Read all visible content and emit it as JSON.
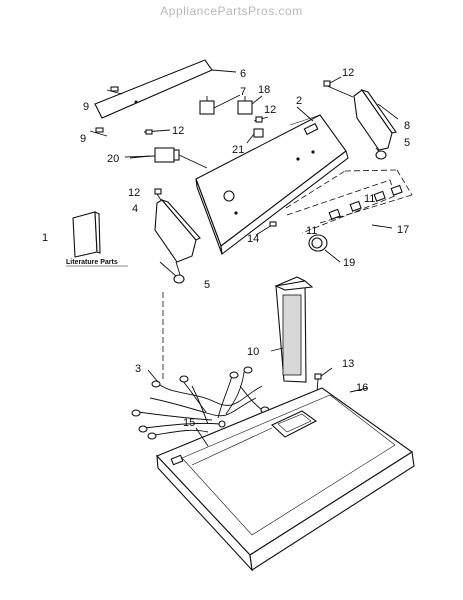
{
  "header": {
    "watermark": "AppliancePartsPros.com"
  },
  "literature_label": "Literature Parts",
  "callouts": {
    "c1": "1",
    "c2": "2",
    "c3": "3",
    "c4": "4",
    "c5a": "5",
    "c5b": "5",
    "c6": "6",
    "c7": "7",
    "c8": "8",
    "c9a": "9",
    "c9b": "9",
    "c10": "10",
    "c11a": "11",
    "c11b": "11",
    "c12a": "12",
    "c12b": "12",
    "c12c": "12",
    "c12d": "12",
    "c13": "13",
    "c14": "14",
    "c15": "15",
    "c16": "16",
    "c17": "17",
    "c18": "18",
    "c19": "19",
    "c20": "20",
    "c21": "21"
  }
}
